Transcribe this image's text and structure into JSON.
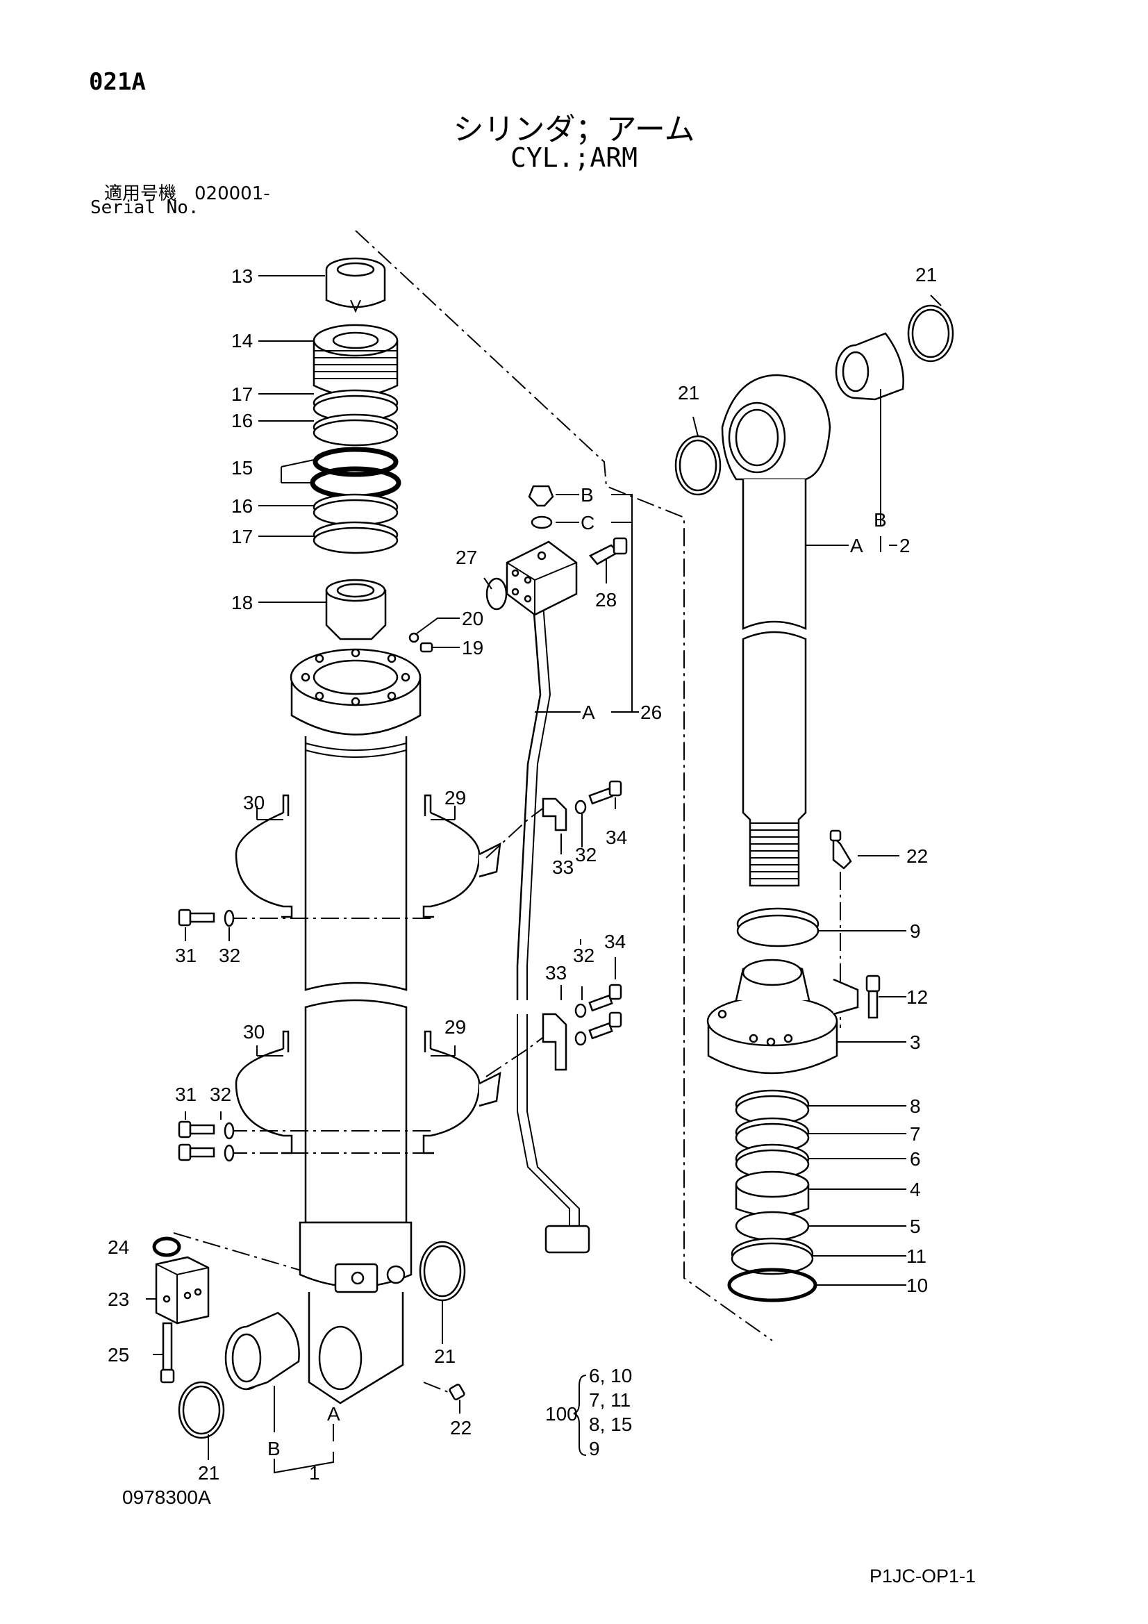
{
  "header": {
    "page_code": "021A",
    "title_jp": "シリンダ；アーム",
    "title_en": "CYL.;ARM",
    "serial_label_jp": "適用号機　020001-",
    "serial_label_en": "Serial No."
  },
  "footer": {
    "drawing_number": "0978300A",
    "page_reference": "P1JC-OP1-1"
  },
  "callouts": {
    "c1": "1",
    "c2": "2",
    "c3": "3",
    "c4": "4",
    "c5": "5",
    "c6": "6",
    "c7": "7",
    "c8": "8",
    "c9": "9",
    "c10": "10",
    "c11": "11",
    "c12": "12",
    "c13": "13",
    "c14": "14",
    "c15": "15",
    "c16": "16",
    "c17": "17",
    "c18": "18",
    "c19": "19",
    "c20": "20",
    "c21": "21",
    "c22": "22",
    "c23": "23",
    "c24": "24",
    "c25": "25",
    "c26": "26",
    "c27": "27",
    "c28": "28",
    "c29": "29",
    "c30": "30",
    "c31": "31",
    "c32": "32",
    "c33": "33",
    "c34": "34",
    "c100": "100"
  },
  "ref_letters": {
    "A": "A",
    "B": "B",
    "C": "C"
  },
  "kit": {
    "number": "100",
    "rows": [
      "6,  10",
      "7,  11",
      "8,  15",
      "9"
    ]
  }
}
